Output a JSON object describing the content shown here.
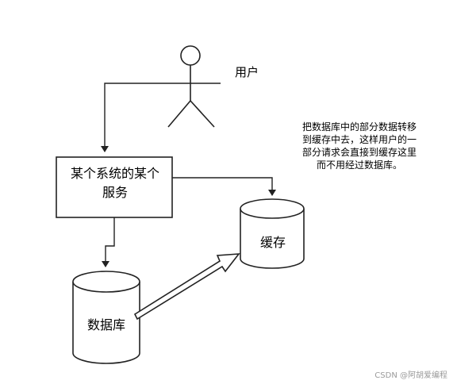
{
  "nodes": {
    "user": {
      "label": "用户"
    },
    "service": {
      "line1": "某个系统的某个",
      "line2": "服务"
    },
    "cache": {
      "label": "缓存"
    },
    "database": {
      "label": "数据库"
    }
  },
  "note": {
    "lines": [
      "把数据库中的部分数据转移",
      "到缓存中去，这样用户的一",
      "部分请求会直接到缓存这里",
      "而不用经过数据库。"
    ]
  },
  "watermark": "CSDN @阿胡爱编程"
}
